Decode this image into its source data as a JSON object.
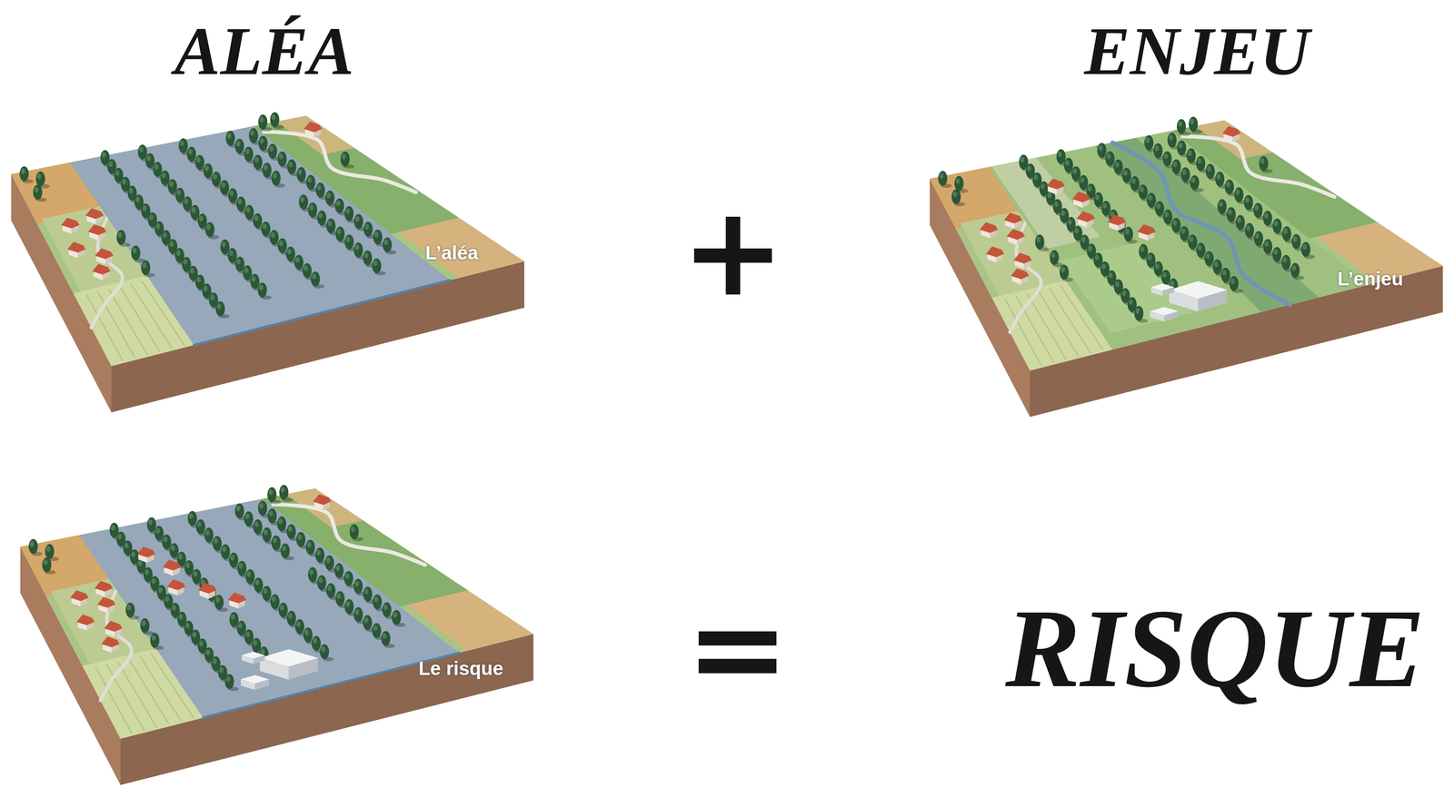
{
  "diagram": {
    "nodes": [
      {
        "text": [
          "L’aléa"
        ]
      },
      {
        "text": [
          "L’enjeu"
        ]
      },
      {
        "text": [
          "Le risque"
        ]
      }
    ],
    "labels": [
      "ALÉA",
      "ENJEU",
      "+",
      "=",
      "RISQUE"
    ]
  }
}
